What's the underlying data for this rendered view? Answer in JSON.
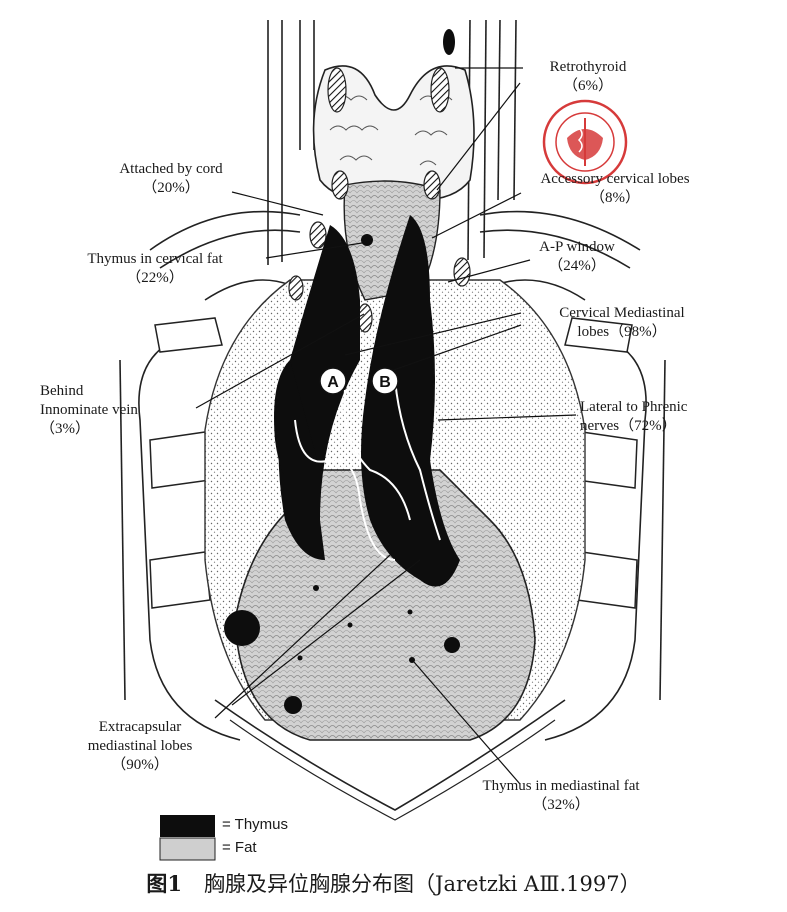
{
  "labels": {
    "retrothyroid": {
      "name": "Retrothyroid",
      "pct": "（6%）"
    },
    "accessory_cervical": {
      "name": "Accessory cervical lobes",
      "pct": "（8%）"
    },
    "ap_window": {
      "name": "A-P window",
      "pct": "（24%）"
    },
    "cervical_mediastinal": {
      "line1": "Cervical Mediastinal",
      "line2": "lobes（98%）"
    },
    "lateral_phrenic": {
      "line1": "Lateral to Phrenic",
      "line2": "nerves（72%）"
    },
    "attached_cord": {
      "name": "Attached by cord",
      "pct": "（20%）"
    },
    "cervical_fat": {
      "name": "Thymus in cervical fat",
      "pct": "（22%）"
    },
    "behind_innominate": {
      "line1": "Behind",
      "line2": "Innominate vein",
      "pct": "（3%）"
    },
    "extracapsular": {
      "line1": "Extracapsular",
      "line2": "mediastinal lobes",
      "pct": "（90%）"
    },
    "mediastinal_fat": {
      "name": "Thymus in mediastinal fat",
      "pct": "（32%）"
    }
  },
  "markers": {
    "a": "A",
    "b": "B"
  },
  "legend": {
    "thymus": "= Thymus",
    "fat": "= Fat"
  },
  "caption": {
    "fig_no": "图1",
    "text": "胸腺及异位胸腺分布图（Jaretzki AⅢ.1997）"
  },
  "colors": {
    "thymus": "#0d0d0d",
    "fat": "#cfcfcf",
    "seal": "#d63a3a"
  }
}
